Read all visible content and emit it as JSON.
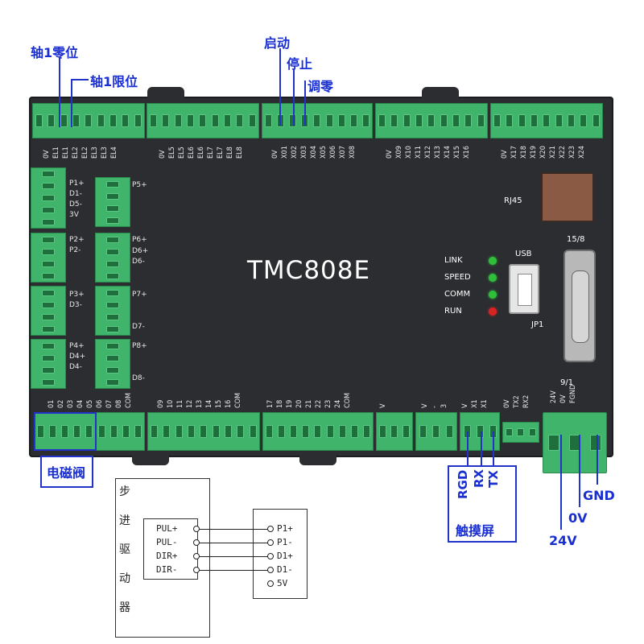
{
  "device": {
    "model": "TMC808E",
    "rj45_label": "RJ45",
    "usb_label": "USB",
    "jp1_label": "JP1",
    "db_top_label": "15/8",
    "db_bottom_label": "9/1",
    "leds": [
      {
        "label": "LINK",
        "color": "#2fbf3a"
      },
      {
        "label": "SPEED",
        "color": "#2fbf3a"
      },
      {
        "label": "COMM",
        "color": "#2fbf3a"
      },
      {
        "label": "RUN",
        "color": "#d92424"
      }
    ]
  },
  "top_rows": [
    [
      "0V",
      "EL1",
      "EL1",
      "EL2",
      "EL2",
      "EL3",
      "EL3",
      "EL4"
    ],
    [
      "0V",
      "EL5",
      "EL5",
      "EL6",
      "EL6",
      "EL7",
      "EL7",
      "EL8",
      "EL8"
    ],
    [
      "0V",
      "X01",
      "X02",
      "X03",
      "X04",
      "X05",
      "X06",
      "X07",
      "X08"
    ],
    [
      "0V",
      "X09",
      "X10",
      "X11",
      "X12",
      "X13",
      "X14",
      "X15",
      "X16"
    ],
    [
      "0V",
      "X17",
      "X18",
      "X19",
      "X20",
      "X21",
      "X22",
      "X23",
      "X24"
    ]
  ],
  "bottom_rows": [
    [
      "01",
      "02",
      "03",
      "04",
      "05",
      "06",
      "07",
      "08",
      "COM"
    ],
    [
      "09",
      "10",
      "11",
      "12",
      "13",
      "14",
      "15",
      "16",
      "COM"
    ],
    [
      "17",
      "18",
      "19",
      "20",
      "21",
      "22",
      "23",
      "24",
      "COM"
    ],
    [
      "V"
    ],
    [
      "V",
      "-",
      "3"
    ],
    [
      "V",
      "X1",
      "X1"
    ],
    [
      "0V",
      "TX2",
      "RX2"
    ],
    [
      "24V",
      "0V",
      "FGND"
    ]
  ],
  "left_labels": [
    [
      "P5+",
      "P1+",
      "D1-",
      "D5-",
      "3V"
    ],
    [
      "P6+",
      "P2+",
      "P2-",
      "D6+",
      "D6-"
    ],
    [
      "P7+",
      "P3+",
      "D3-",
      "D7-"
    ],
    [
      "P8+",
      "P4+",
      "D4+",
      "D4-",
      "D8-"
    ]
  ],
  "callouts": {
    "axis1_zero": "轴1零位",
    "axis1_limit": "轴1限位",
    "start": "启动",
    "stop": "停止",
    "zero": "调零",
    "solenoid": "电磁阀",
    "touchscreen": "触摸屏",
    "rgd": "RGD",
    "rx": "RX",
    "tx": "TX",
    "gnd": "GND",
    "v0": "0V",
    "v24": "24V"
  },
  "driver": {
    "title_chars": [
      "步",
      "进",
      "驱",
      "动",
      "器"
    ],
    "left_pins": [
      "PUL+",
      "PUL-",
      "DIR+",
      "DIR-"
    ],
    "right_pins": [
      "P1+",
      "P1-",
      "D1+",
      "D1-",
      "5V"
    ]
  }
}
